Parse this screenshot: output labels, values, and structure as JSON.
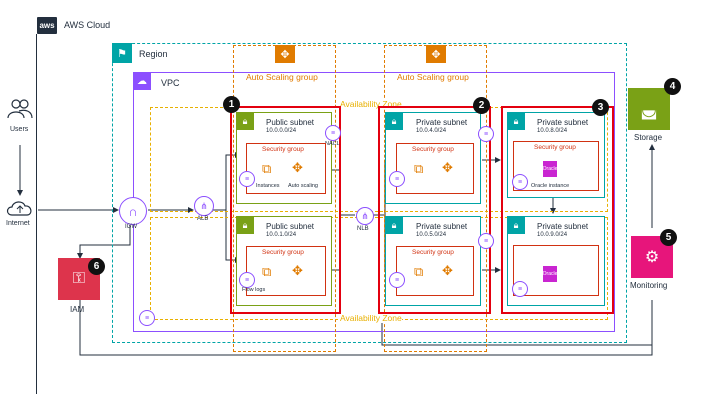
{
  "cloud": {
    "title": "AWS Cloud",
    "logo": "aws"
  },
  "region": {
    "label": "Region"
  },
  "vpc": {
    "label": "VPC"
  },
  "asg": [
    {
      "label": "Auto Scaling group"
    },
    {
      "label": "Auto Scaling group"
    }
  ],
  "az": [
    {
      "label": "Availability Zone"
    },
    {
      "label": "Availability Zone"
    }
  ],
  "left": {
    "users": "Users",
    "internet": "Internet",
    "igw": "IGW",
    "alb": "ALB",
    "nlb": "NLB",
    "iam": "IAM"
  },
  "subnets": {
    "pub1": {
      "title": "Public subnet",
      "cidr": "10.0.0.0/24",
      "nacl": "NACL"
    },
    "pub2": {
      "title": "Public subnet",
      "cidr": "10.0.1.0/24"
    },
    "priv1": {
      "title": "Private subnet",
      "cidr": "10.0.4.0/24"
    },
    "priv2": {
      "title": "Private subnet",
      "cidr": "10.0.5.0/24"
    },
    "priv3": {
      "title": "Private subnet",
      "cidr": "10.0.8.0/24"
    },
    "priv4": {
      "title": "Private subnet",
      "cidr": "10.0.9.0/24"
    }
  },
  "sg": {
    "title": "Security group"
  },
  "captions": {
    "instances": "Instances",
    "autoscaling": "Auto scaling",
    "flowlogs": "Flow logs",
    "oracle_instance": "Oracle instance",
    "oracle": "Oracle"
  },
  "right": {
    "storage": "Storage",
    "monitoring": "Monitoring"
  },
  "badges": [
    "1",
    "2",
    "3",
    "4",
    "5",
    "6"
  ],
  "colors": {
    "region": "#00a4a6",
    "vpc": "#8c4fff",
    "asg": "#e07b00",
    "az": "#e8b000",
    "subnet": "#7aa116",
    "highlight": "#e3000f",
    "sg": "#d13212",
    "storage": "#7aa116",
    "monitoring": "#e7157b",
    "iam": "#dd344c"
  }
}
